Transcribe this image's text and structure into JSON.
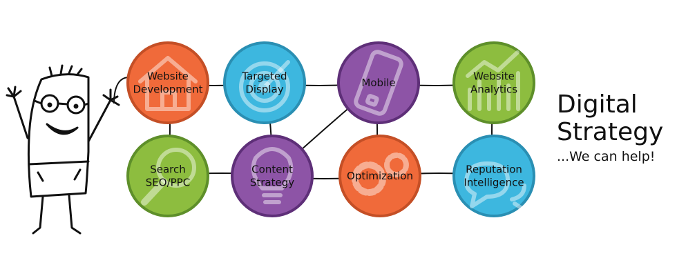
{
  "title": {
    "line1": "Digital",
    "line2": "Strategy",
    "tagline": "...We can help!"
  },
  "colors": {
    "orange": "#f06a3a",
    "orange_ring": "#c44f26",
    "blue": "#3db7df",
    "blue_ring": "#2a8fb3",
    "purple": "#8d54a6",
    "purple_ring": "#5e2f78",
    "green": "#8dbd3f",
    "green_ring": "#5e8f2a",
    "line": "#111111"
  },
  "nodes": [
    {
      "id": "website-development",
      "lines": [
        "Website",
        "Development"
      ],
      "color": "orange",
      "icon": "house-icon"
    },
    {
      "id": "targeted-display",
      "lines": [
        "Targeted",
        "Display"
      ],
      "color": "blue",
      "icon": "target-icon"
    },
    {
      "id": "mobile",
      "lines": [
        "Mobile"
      ],
      "color": "purple",
      "icon": "phone-icon"
    },
    {
      "id": "website-analytics",
      "lines": [
        "Website",
        "Analytics"
      ],
      "color": "green",
      "icon": "bar-chart-icon"
    },
    {
      "id": "search-seo-ppc",
      "lines": [
        "Search",
        "SEO/PPC"
      ],
      "color": "green",
      "icon": "magnifier-icon"
    },
    {
      "id": "content-strategy",
      "lines": [
        "Content",
        "Strategy"
      ],
      "color": "purple",
      "icon": "lightbulb-icon"
    },
    {
      "id": "optimization",
      "lines": [
        "Optimization"
      ],
      "color": "orange",
      "icon": "gears-icon"
    },
    {
      "id": "reputation-intelligence",
      "lines": [
        "Reputation",
        "Intelligence"
      ],
      "color": "blue",
      "icon": "speech-bubbles-icon"
    }
  ],
  "edges": [
    [
      "website-development",
      "targeted-display"
    ],
    [
      "website-development",
      "search-seo-ppc"
    ],
    [
      "targeted-display",
      "mobile"
    ],
    [
      "targeted-display",
      "content-strategy"
    ],
    [
      "mobile",
      "website-analytics"
    ],
    [
      "mobile",
      "content-strategy"
    ],
    [
      "mobile",
      "optimization"
    ],
    [
      "search-seo-ppc",
      "content-strategy"
    ],
    [
      "content-strategy",
      "optimization"
    ],
    [
      "optimization",
      "reputation-intelligence"
    ],
    [
      "website-analytics",
      "reputation-intelligence"
    ]
  ],
  "mascot": {
    "icon": "cartoon-person-icon"
  }
}
